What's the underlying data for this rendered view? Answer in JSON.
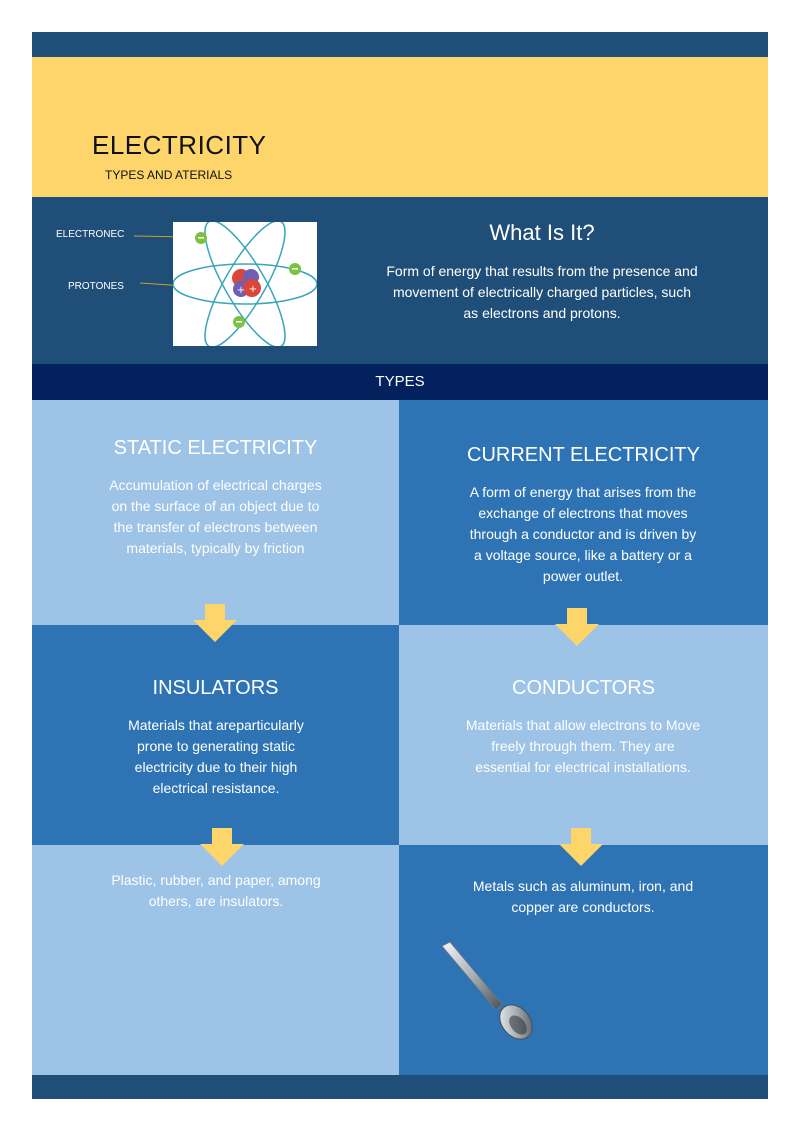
{
  "header": {
    "title": "ELECTRICITY",
    "subtitle": "TYPES AND ATERIALS"
  },
  "intro": {
    "label_electron": "ELECTRONEC",
    "label_proton": "PROTONES",
    "heading": "What Is It?",
    "text": "Form of energy that results from the presence and movement of electrically charged particles, such as electrons and protons."
  },
  "types": {
    "label": "TYPES"
  },
  "cells": {
    "static": {
      "title": "STATIC ELECTRICITY",
      "text": "Accumulation of electrical charges on the surface of an object due to the transfer of electrons between materials, typically by friction"
    },
    "current": {
      "title": "CURRENT ELECTRICITY",
      "text": "A form of energy that arises from the exchange of electrons that moves through a conductor and is driven by a voltage source, like a battery or a power outlet."
    },
    "insulators": {
      "title": "INSULATORS",
      "text": "Materials that areparticularly prone to generating static electricity due to their high electrical resistance."
    },
    "conductors": {
      "title": "CONDUCTORS",
      "text": "Materials that allow electrons to Move freely through them. They are essential for electrical installations."
    },
    "insulator_examples": {
      "text": "Plastic, rubber, and paper, among others, are insulators."
    },
    "conductor_examples": {
      "text": "Metals such as aluminum, iron, and copper are conductors."
    }
  },
  "colors": {
    "navy": "#1f4e79",
    "dark_navy": "#03215c",
    "yellow": "#fdd56a",
    "light_blue": "#9dc3e6",
    "mid_blue": "#2e74b5",
    "arrow": "#fdd56a"
  }
}
